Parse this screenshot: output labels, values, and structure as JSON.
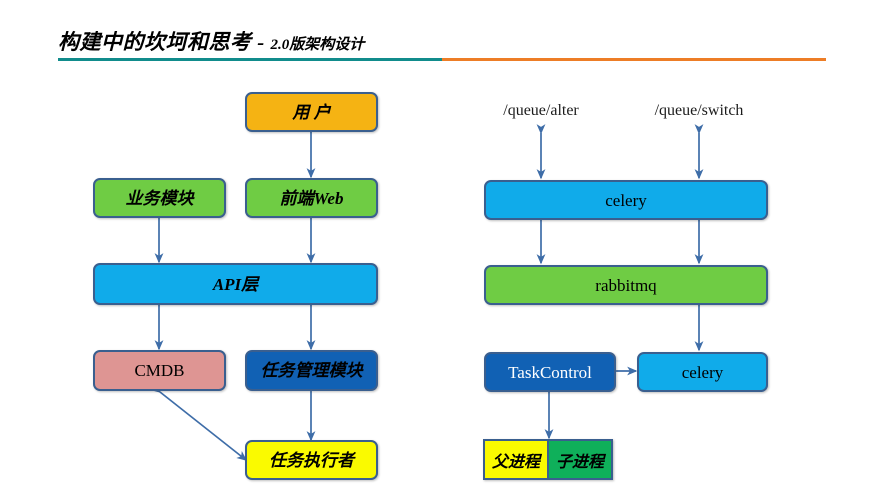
{
  "header": {
    "title_main": "构建中的坎坷和思考",
    "title_sep": " - ",
    "title_sub": "2.0版架构设计",
    "divider_left_color": "#118C8C",
    "divider_right_color": "#ED7D26"
  },
  "diagram": {
    "arrow_color": "#3E6DA8",
    "border_color": "#3A5F8F",
    "left_column": {
      "user": {
        "label": "用    户",
        "fill": "#F5B313"
      },
      "business_module": {
        "label": "业务模块",
        "fill": "#6FCC44"
      },
      "frontend_web": {
        "label": "前端Web",
        "fill": "#6FCC44"
      },
      "api_layer": {
        "label": "API层",
        "fill": "#10ABEA"
      },
      "cmdb": {
        "label": "CMDB",
        "fill": "#DE9593"
      },
      "task_manager": {
        "label": "任务管理模块",
        "fill": "#1161B4"
      },
      "task_executor": {
        "label": "任务执行者",
        "fill": "#FAFA00"
      }
    },
    "right_column": {
      "queue_alter_label": "/queue/alter",
      "queue_switch_label": "/queue/switch",
      "celery_top": {
        "label": "celery",
        "fill": "#10ABEA"
      },
      "rabbitmq": {
        "label": "rabbitmq",
        "fill": "#6FCC44"
      },
      "task_control": {
        "label": "TaskControl",
        "fill": "#1161B4"
      },
      "celery_bottom": {
        "label": "celery",
        "fill": "#10ABEA"
      },
      "parent_process": {
        "label": "父进程",
        "fill": "#FAFA00"
      },
      "child_process": {
        "label": "子进程",
        "fill": "#0FB05A"
      }
    }
  }
}
